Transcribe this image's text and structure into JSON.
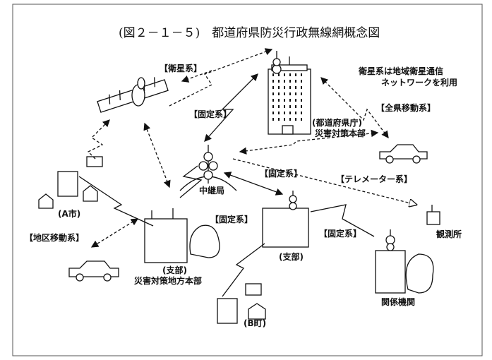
{
  "title": "(図２－１－５)　都道府県防災行政無線網概念図",
  "labels": {
    "satellite_system": "【衛星系】",
    "satellite_note_1": "衛星系は地域衛星通信",
    "satellite_note_2": "ネットワークを利用",
    "fixed_system_1": "【固定系】",
    "fixed_system_2": "【固定系】",
    "fixed_system_3": "【固定系】",
    "fixed_system_4": "【固定系】",
    "prefecture_mobile": "【全県移動系】",
    "telemeter_system": "【テレメーター系】",
    "district_mobile": "【地区移動系】"
  },
  "nodes": {
    "prefecture_office_1": "(都道府県庁)",
    "prefecture_office_2": "災害対策本部",
    "relay_station": "中継局",
    "city_a": "(A市)",
    "branch_left_1": "(支部)",
    "branch_left_2": "災害対策地方本部",
    "branch_right": "(支部)",
    "observation_station": "観測所",
    "related_agency": "関係機関",
    "town_b": "(B町)"
  }
}
